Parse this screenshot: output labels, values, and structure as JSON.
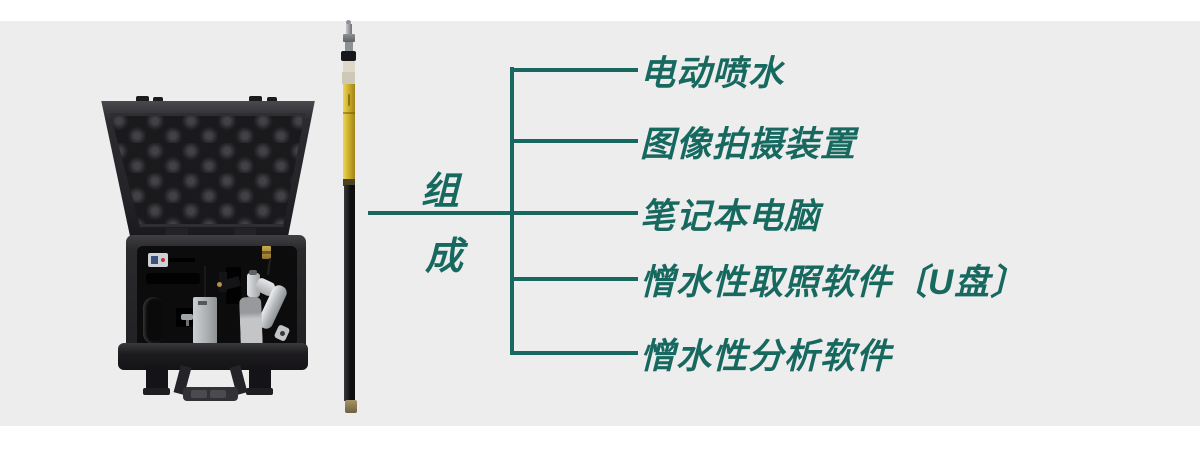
{
  "diagram": {
    "root_label": {
      "line1": "组",
      "line2": "成"
    },
    "branches": [
      {
        "label": "电动喷水"
      },
      {
        "label": "图像拍摄装置"
      },
      {
        "label": "笔记本电脑"
      },
      {
        "label": "憎水性取照软件〔U盘〕"
      },
      {
        "label": "憎水性分析软件"
      }
    ],
    "line_color": "#17695f"
  },
  "photos": {
    "case": "open-equipment-case-photo",
    "pole": "telescopic-spray-rod-photo"
  },
  "colors": {
    "accent_teal": "#17695f",
    "background_band": "#ededee",
    "page_background": "#ffffff",
    "pole_yellow": "#d3b52c",
    "pole_black": "#0e0e10"
  }
}
